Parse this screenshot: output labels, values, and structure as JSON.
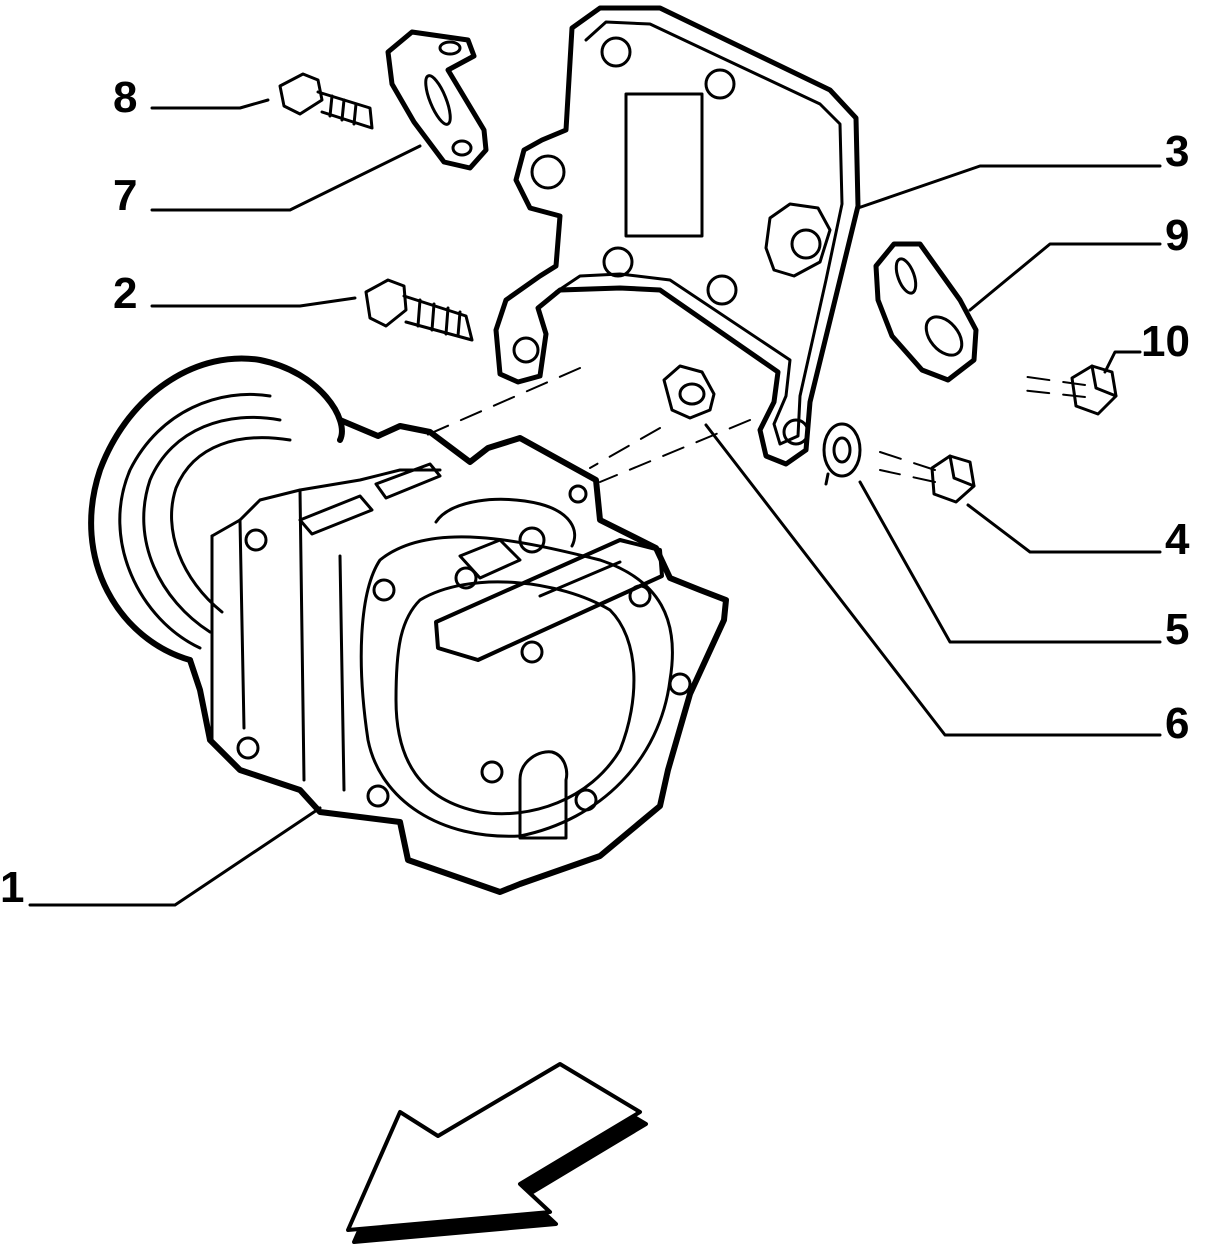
{
  "diagram": {
    "type": "exploded-parts-view",
    "line_color": "#000000",
    "background_color": "#ffffff",
    "callouts": [
      {
        "id": "c8",
        "label": "8"
      },
      {
        "id": "c7",
        "label": "7"
      },
      {
        "id": "c2",
        "label": "2"
      },
      {
        "id": "c1",
        "label": "1"
      },
      {
        "id": "c3",
        "label": "3"
      },
      {
        "id": "c9",
        "label": "9"
      },
      {
        "id": "c10",
        "label": "10"
      },
      {
        "id": "c4",
        "label": "4"
      },
      {
        "id": "c5",
        "label": "5"
      },
      {
        "id": "c6",
        "label": "6"
      }
    ],
    "direction_indicator": "front-arrow"
  }
}
